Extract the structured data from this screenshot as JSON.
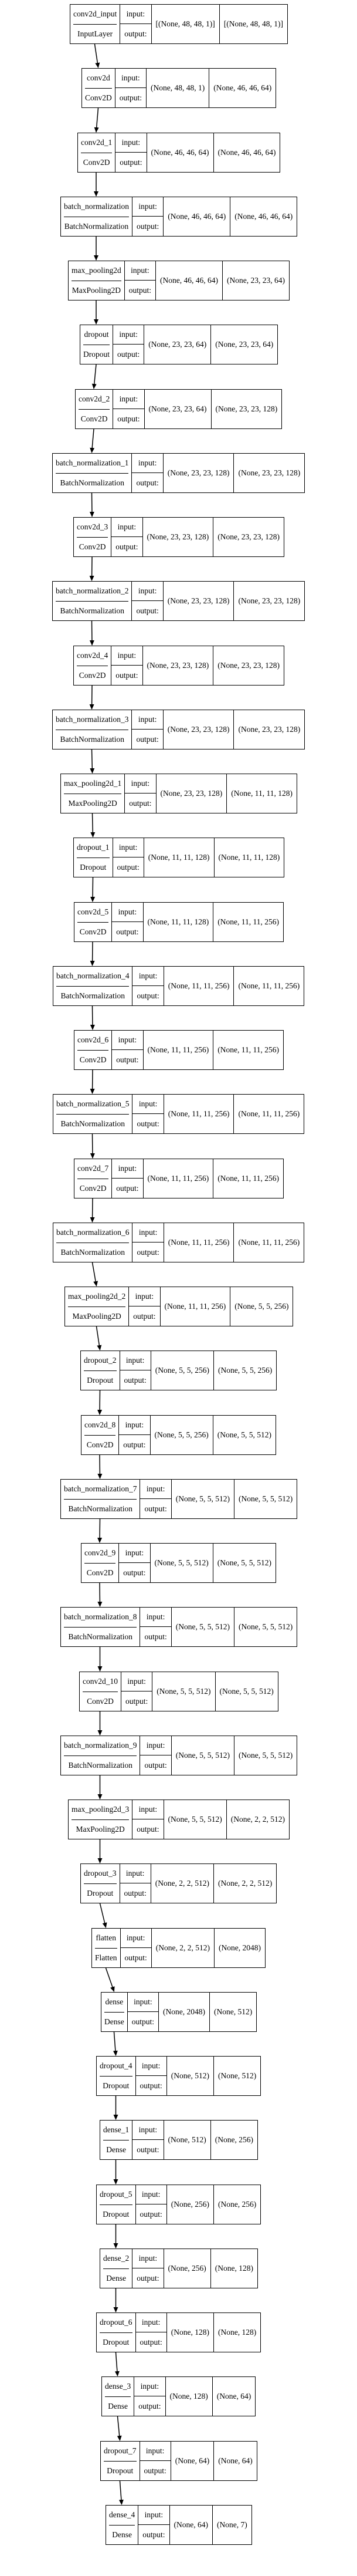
{
  "io_labels": {
    "input": "input:",
    "output": "output:"
  },
  "layers": [
    {
      "name": "conv2d_input",
      "type": "InputLayer",
      "input": "[(None, 48, 48, 1)]",
      "output": "[(None, 48, 48, 1)]"
    },
    {
      "name": "conv2d",
      "type": "Conv2D",
      "input": "(None, 48, 48, 1)",
      "output": "(None, 46, 46, 64)"
    },
    {
      "name": "conv2d_1",
      "type": "Conv2D",
      "input": "(None, 46, 46, 64)",
      "output": "(None, 46, 46, 64)"
    },
    {
      "name": "batch_normalization",
      "type": "BatchNormalization",
      "input": "(None, 46, 46, 64)",
      "output": "(None, 46, 46, 64)"
    },
    {
      "name": "max_pooling2d",
      "type": "MaxPooling2D",
      "input": "(None, 46, 46, 64)",
      "output": "(None, 23, 23, 64)"
    },
    {
      "name": "dropout",
      "type": "Dropout",
      "input": "(None, 23, 23, 64)",
      "output": "(None, 23, 23, 64)"
    },
    {
      "name": "conv2d_2",
      "type": "Conv2D",
      "input": "(None, 23, 23, 64)",
      "output": "(None, 23, 23, 128)"
    },
    {
      "name": "batch_normalization_1",
      "type": "BatchNormalization",
      "input": "(None, 23, 23, 128)",
      "output": "(None, 23, 23, 128)"
    },
    {
      "name": "conv2d_3",
      "type": "Conv2D",
      "input": "(None, 23, 23, 128)",
      "output": "(None, 23, 23, 128)"
    },
    {
      "name": "batch_normalization_2",
      "type": "BatchNormalization",
      "input": "(None, 23, 23, 128)",
      "output": "(None, 23, 23, 128)"
    },
    {
      "name": "conv2d_4",
      "type": "Conv2D",
      "input": "(None, 23, 23, 128)",
      "output": "(None, 23, 23, 128)"
    },
    {
      "name": "batch_normalization_3",
      "type": "BatchNormalization",
      "input": "(None, 23, 23, 128)",
      "output": "(None, 23, 23, 128)"
    },
    {
      "name": "max_pooling2d_1",
      "type": "MaxPooling2D",
      "input": "(None, 23, 23, 128)",
      "output": "(None, 11, 11, 128)"
    },
    {
      "name": "dropout_1",
      "type": "Dropout",
      "input": "(None, 11, 11, 128)",
      "output": "(None, 11, 11, 128)"
    },
    {
      "name": "conv2d_5",
      "type": "Conv2D",
      "input": "(None, 11, 11, 128)",
      "output": "(None, 11, 11, 256)"
    },
    {
      "name": "batch_normalization_4",
      "type": "BatchNormalization",
      "input": "(None, 11, 11, 256)",
      "output": "(None, 11, 11, 256)"
    },
    {
      "name": "conv2d_6",
      "type": "Conv2D",
      "input": "(None, 11, 11, 256)",
      "output": "(None, 11, 11, 256)"
    },
    {
      "name": "batch_normalization_5",
      "type": "BatchNormalization",
      "input": "(None, 11, 11, 256)",
      "output": "(None, 11, 11, 256)"
    },
    {
      "name": "conv2d_7",
      "type": "Conv2D",
      "input": "(None, 11, 11, 256)",
      "output": "(None, 11, 11, 256)"
    },
    {
      "name": "batch_normalization_6",
      "type": "BatchNormalization",
      "input": "(None, 11, 11, 256)",
      "output": "(None, 11, 11, 256)"
    },
    {
      "name": "max_pooling2d_2",
      "type": "MaxPooling2D",
      "input": "(None, 11, 11, 256)",
      "output": "(None, 5, 5, 256)"
    },
    {
      "name": "dropout_2",
      "type": "Dropout",
      "input": "(None, 5, 5, 256)",
      "output": "(None, 5, 5, 256)"
    },
    {
      "name": "conv2d_8",
      "type": "Conv2D",
      "input": "(None, 5, 5, 256)",
      "output": "(None, 5, 5, 512)"
    },
    {
      "name": "batch_normalization_7",
      "type": "BatchNormalization",
      "input": "(None, 5, 5, 512)",
      "output": "(None, 5, 5, 512)"
    },
    {
      "name": "conv2d_9",
      "type": "Conv2D",
      "input": "(None, 5, 5, 512)",
      "output": "(None, 5, 5, 512)"
    },
    {
      "name": "batch_normalization_8",
      "type": "BatchNormalization",
      "input": "(None, 5, 5, 512)",
      "output": "(None, 5, 5, 512)"
    },
    {
      "name": "conv2d_10",
      "type": "Conv2D",
      "input": "(None, 5, 5, 512)",
      "output": "(None, 5, 5, 512)"
    },
    {
      "name": "batch_normalization_9",
      "type": "BatchNormalization",
      "input": "(None, 5, 5, 512)",
      "output": "(None, 5, 5, 512)"
    },
    {
      "name": "max_pooling2d_3",
      "type": "MaxPooling2D",
      "input": "(None, 5, 5, 512)",
      "output": "(None, 2, 2, 512)"
    },
    {
      "name": "dropout_3",
      "type": "Dropout",
      "input": "(None, 2, 2, 512)",
      "output": "(None, 2, 2, 512)"
    },
    {
      "name": "flatten",
      "type": "Flatten",
      "input": "(None, 2, 2, 512)",
      "output": "(None, 2048)"
    },
    {
      "name": "dense",
      "type": "Dense",
      "input": "(None, 2048)",
      "output": "(None, 512)"
    },
    {
      "name": "dropout_4",
      "type": "Dropout",
      "input": "(None, 512)",
      "output": "(None, 512)"
    },
    {
      "name": "dense_1",
      "type": "Dense",
      "input": "(None, 512)",
      "output": "(None, 256)"
    },
    {
      "name": "dropout_5",
      "type": "Dropout",
      "input": "(None, 256)",
      "output": "(None, 256)"
    },
    {
      "name": "dense_2",
      "type": "Dense",
      "input": "(None, 256)",
      "output": "(None, 128)"
    },
    {
      "name": "dropout_6",
      "type": "Dropout",
      "input": "(None, 128)",
      "output": "(None, 128)"
    },
    {
      "name": "dense_3",
      "type": "Dense",
      "input": "(None, 128)",
      "output": "(None, 64)"
    },
    {
      "name": "dropout_7",
      "type": "Dropout",
      "input": "(None, 64)",
      "output": "(None, 64)"
    },
    {
      "name": "dense_4",
      "type": "Dense",
      "input": "(None, 64)",
      "output": "(None, 7)"
    }
  ]
}
